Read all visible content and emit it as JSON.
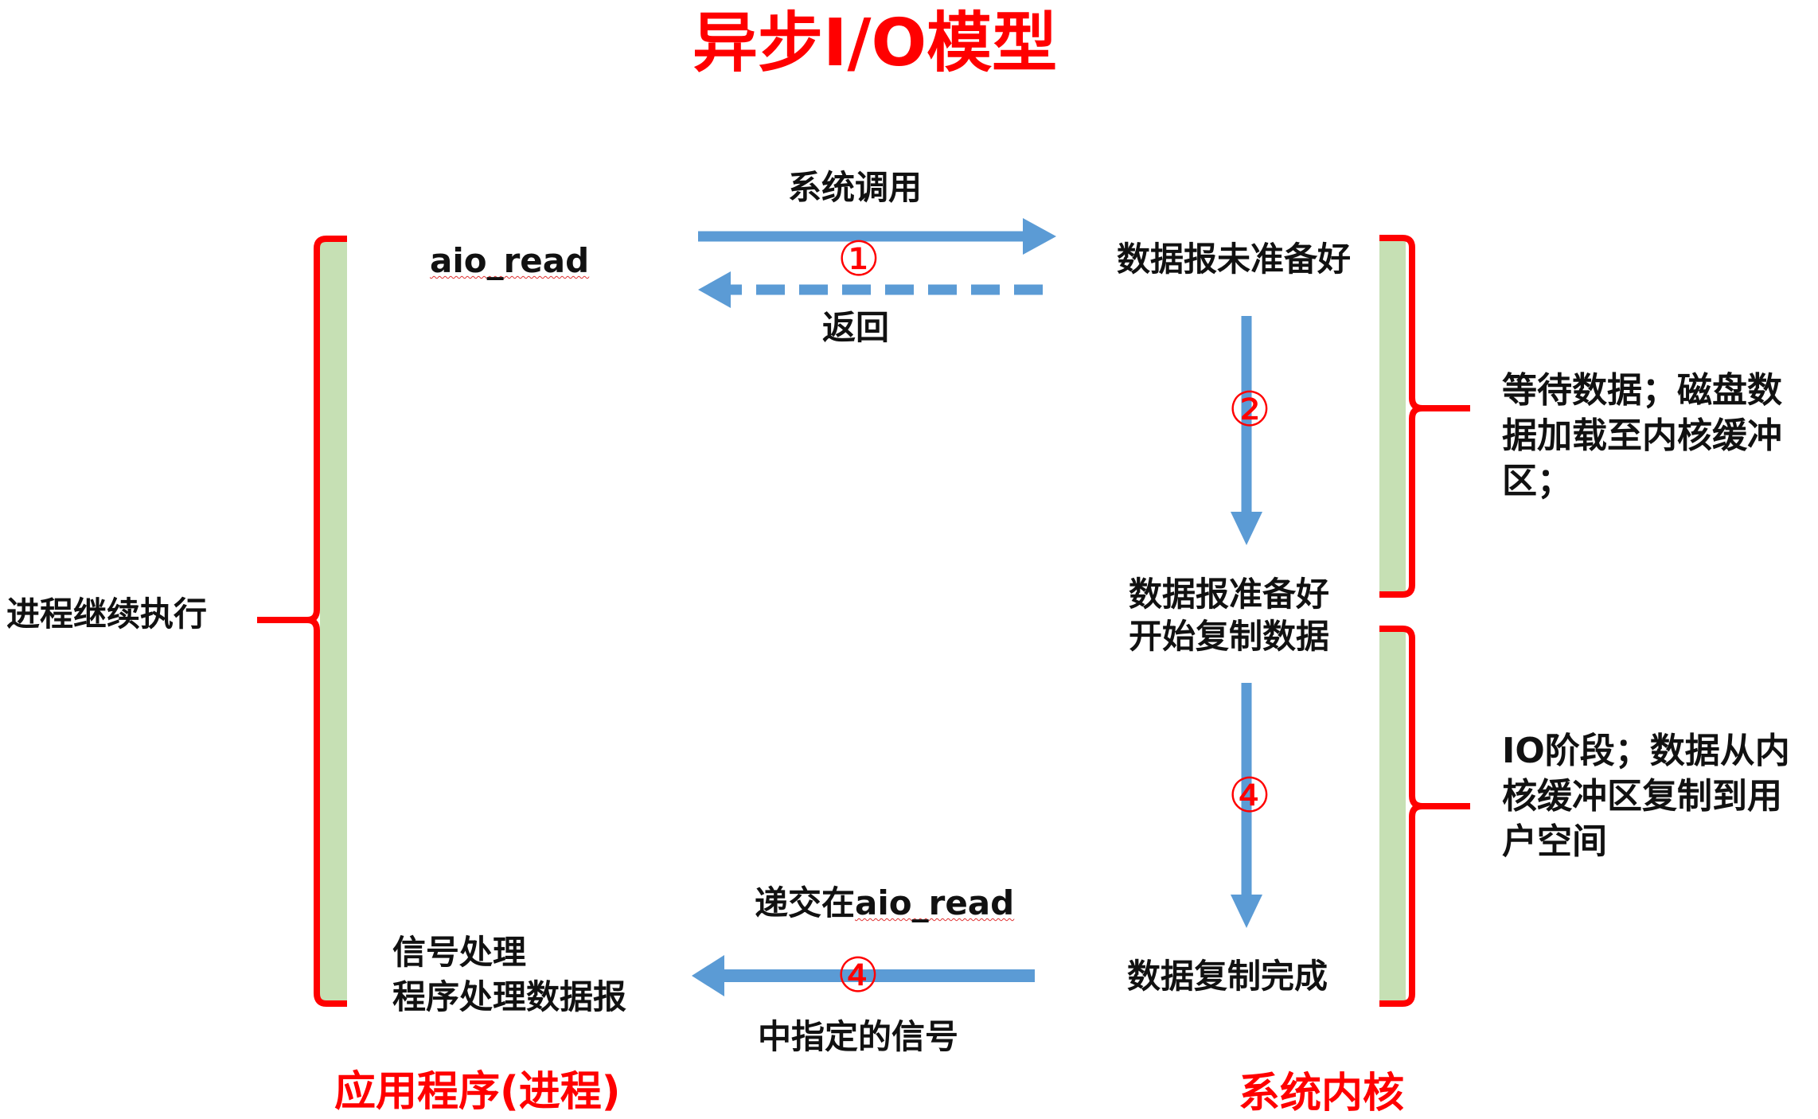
{
  "title": "异步I/O模型",
  "app_side": {
    "label": "应用程序(进程)",
    "call": "aio_read",
    "continue_label": "进程继续执行",
    "signal_handle": [
      "信号处理",
      "程序处理数据报"
    ]
  },
  "kernel_side": {
    "label": "系统内核",
    "states": {
      "not_ready": "数据报未准备好",
      "ready": [
        "数据报准备好",
        "开始复制数据"
      ],
      "copy_done": "数据复制完成"
    },
    "wait_phase": "等待数据；磁盘数据加载至内核缓冲区；",
    "io_phase": "IO阶段；数据从内核缓冲区复制到用户空间"
  },
  "arrows": {
    "syscall": "系统调用",
    "return": "返回",
    "deliver_top": [
      "递交在",
      "aio_read"
    ],
    "deliver_bottom": "中指定的信号"
  },
  "steps": {
    "s1": "①",
    "s2": "②",
    "s3": "④",
    "s4": "④"
  },
  "colors": {
    "title": "#ff0000",
    "bracket": "#ff0000",
    "bar": "#c6e0b4",
    "arrow": "#5b9bd5"
  }
}
